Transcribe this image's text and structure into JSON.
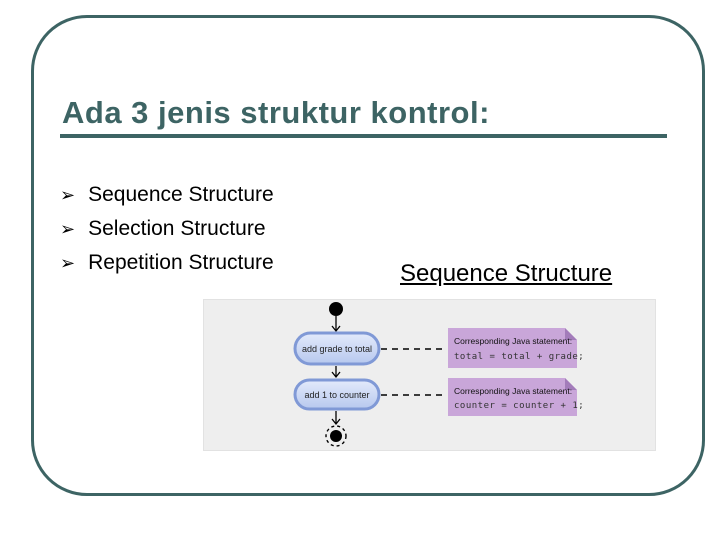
{
  "slide": {
    "title": "Ada 3 jenis struktur kontrol:",
    "bullets": [
      {
        "glyph": "➢",
        "label": "Sequence Structure"
      },
      {
        "glyph": "➢",
        "label": "Selection Structure"
      },
      {
        "glyph": "➢",
        "label": "Repetition Structure"
      }
    ],
    "section_heading": "Sequence Structure"
  },
  "diagram": {
    "type": "uml-activity-diagram",
    "action1": "add grade to total",
    "action2": "add 1 to counter",
    "notes": [
      {
        "heading": "Corresponding Java statement:",
        "code": "total = total + grade;"
      },
      {
        "heading": "Corresponding Java statement:",
        "code": "counter = counter + 1;"
      }
    ]
  },
  "colors": {
    "accent_teal": "#3d6464",
    "action_fill": "#ccd9f3",
    "action_border": "#8099d6",
    "note_fill": "#c9a6d9",
    "note_fold": "#a37cba",
    "panel_bg": "#eeeeee"
  }
}
